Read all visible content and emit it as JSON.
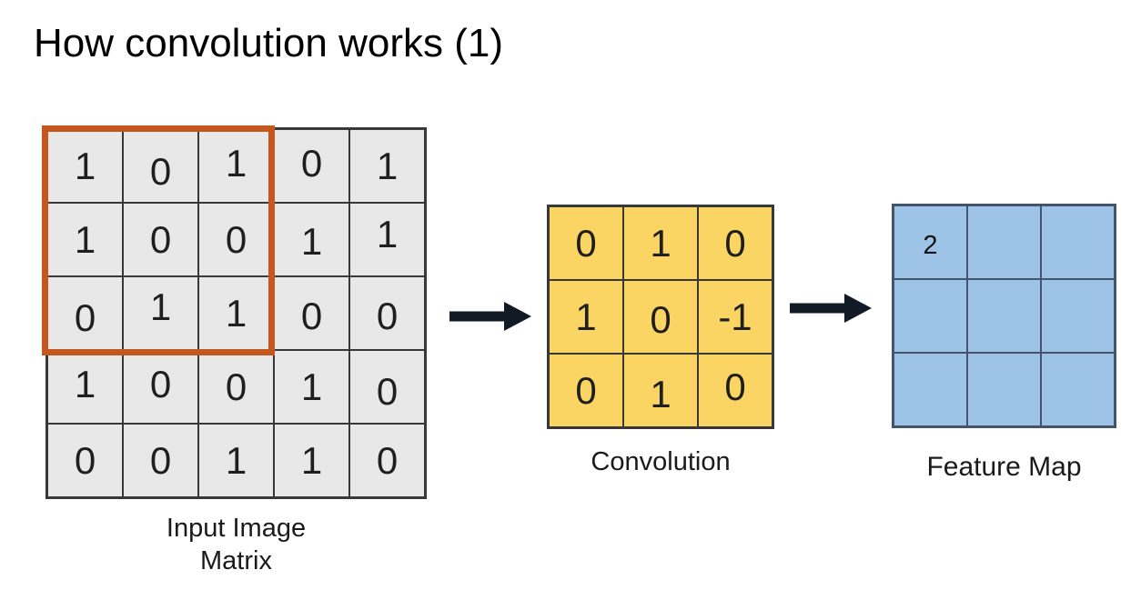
{
  "title": "How convolution works (1)",
  "input_matrix": {
    "label_lines": [
      "Input Image",
      "Matrix"
    ],
    "rows": [
      [
        1,
        0,
        1,
        0,
        1
      ],
      [
        1,
        0,
        0,
        1,
        1
      ],
      [
        0,
        1,
        1,
        0,
        0
      ],
      [
        1,
        0,
        0,
        1,
        0
      ],
      [
        0,
        0,
        1,
        1,
        0
      ]
    ],
    "highlight_window": {
      "row_start": 0,
      "col_start": 0,
      "rows": 3,
      "cols": 3
    }
  },
  "kernel": {
    "label": "Convolution",
    "rows": [
      [
        0,
        1,
        0
      ],
      [
        1,
        0,
        -1
      ],
      [
        0,
        1,
        0
      ]
    ]
  },
  "feature_map": {
    "label": "Feature Map",
    "rows": [
      [
        "2",
        "",
        ""
      ],
      [
        "",
        "",
        ""
      ],
      [
        "",
        "",
        ""
      ]
    ]
  },
  "arrows": [
    {
      "name": "arrow-input-to-convolution",
      "direction": "right"
    },
    {
      "name": "arrow-convolution-to-feature",
      "direction": "right"
    }
  ],
  "colors": {
    "input_cell": "#E8E8E8",
    "grid_line": "#383838",
    "highlight_border": "#C4571E",
    "kernel_cell": "#FBD564",
    "feature_cell": "#9DC3E6",
    "feature_grid_line": "#44546A",
    "arrow": "#121A26",
    "title_text": "#000000"
  }
}
